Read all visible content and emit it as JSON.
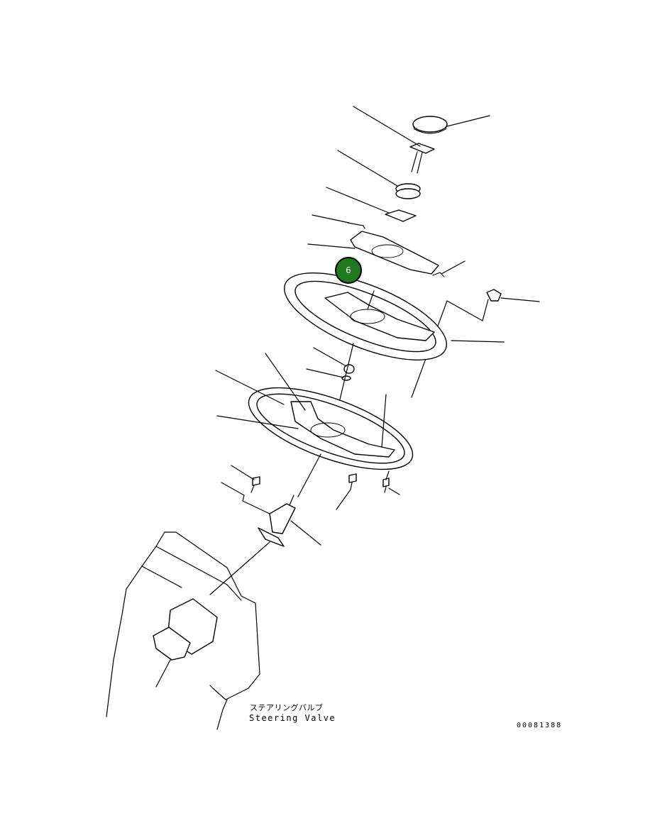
{
  "callout": {
    "number": "6",
    "color": "#1f7a1f"
  },
  "caption": {
    "japanese": "ステアリングバルブ",
    "english": "Steering Valve"
  },
  "drawing_id": "00081388"
}
